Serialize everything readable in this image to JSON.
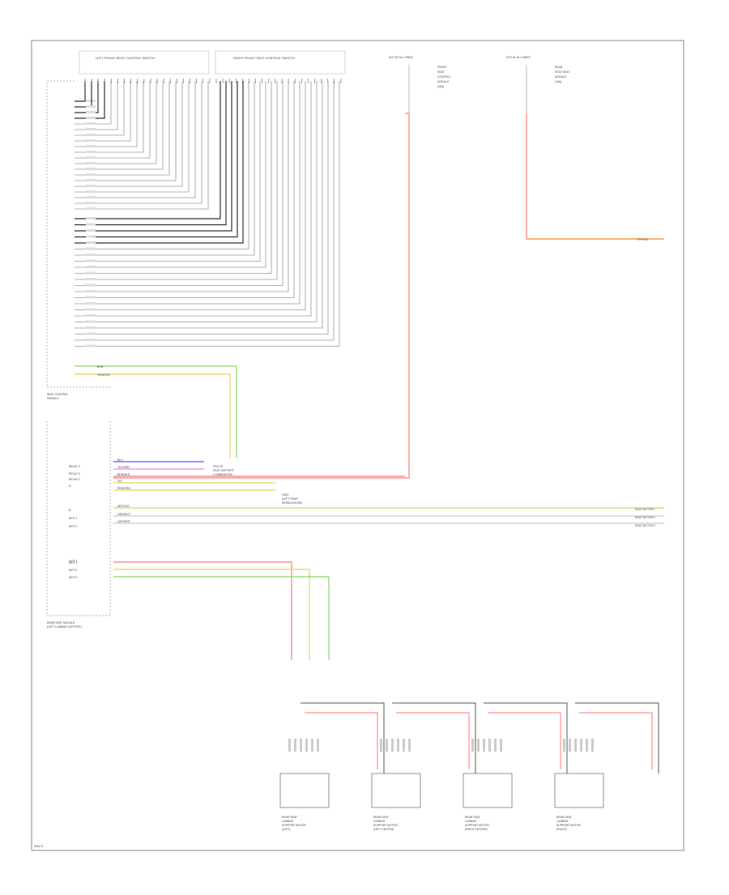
{
  "header": {
    "left_switch_title": "LEFT FRONT SEAT CONTROL SWITCH",
    "right_switch_title": "RIGHT FRONT SEAT CONTROL SWITCH",
    "hot_at_1": "HOT AT ALL TIMES",
    "hot_at_2": "HOT AT ALL TIMES",
    "fuse_1_lines": [
      "FRONT",
      "SEAT",
      "CONTROL",
      "MODULE",
      "(25A)"
    ],
    "fuse_2_lines": [
      "REAR",
      "SEAT HEAT",
      "MODULE",
      "(15A)"
    ]
  },
  "modules": {
    "front_module_label": [
      "SEAT CONTROL",
      "MODULE"
    ],
    "rear_module_label": [
      "REAR SEAT MODULE",
      "(LEFT LUMBAR SUPPORT)"
    ]
  },
  "connector_labels": [
    "RELAY 2",
    "RELAY 3",
    "RELAY 1",
    "A",
    "B",
    "MOT 1",
    "MOT 2",
    "MOT 3",
    "MOT 4",
    "MOT 5",
    "MOT 6"
  ],
  "wire_labels": {
    "brn": "BRN",
    "grn_ora": "GRN/ORA",
    "gry_wht": "GRY/WHT",
    "blu": "BLU",
    "yel_grn": "YEL/GRN",
    "brn_wht": "BRN/WHT",
    "vio": "VIO",
    "red_grn": "RED/GRN",
    "wht_vio": "WHT/VIO",
    "ora_wht": "ORA/WHT"
  },
  "junction": {
    "splice": "SPLICE",
    "splice_detail": [
      "SEAT SUPPORT",
      "COMBINATION"
    ],
    "ground_label": [
      "G301",
      "(LEFT REAR",
      "WHEELHOUSE)"
    ],
    "to_label": "TO FIG 5"
  },
  "right_side_labels": [
    "SEAT MOTOR 1",
    "SEAT MOTOR 2",
    "SEAT MOTOR 3"
  ],
  "motors": [
    {
      "title": [
        "REAR SEAT",
        "LUMBAR",
        "SUPPORT MOTOR"
      ],
      "sub": "(LEFT)"
    },
    {
      "title": [
        "REAR SEAT",
        "LUMBAR",
        "SUPPORT MOTOR"
      ],
      "sub": "(LEFT CENTER)"
    },
    {
      "title": [
        "REAR SEAT",
        "LUMBAR",
        "SUPPORT MOTOR"
      ],
      "sub": "(RIGHT CENTER)"
    },
    {
      "title": [
        "REAR SEAT",
        "LUMBAR",
        "SUPPORT MOTOR"
      ],
      "sub": "(RIGHT)"
    }
  ],
  "footer": {
    "code": "DIAG 5"
  },
  "colors": {
    "red": "#ff7a7a",
    "orange": "#f6a450",
    "yellow": "#e2d25e",
    "green": "#8ad86a",
    "blue": "#4a5cff",
    "violet": "#e28ae8",
    "black": "#555555",
    "gray": "#9a9a9a"
  }
}
